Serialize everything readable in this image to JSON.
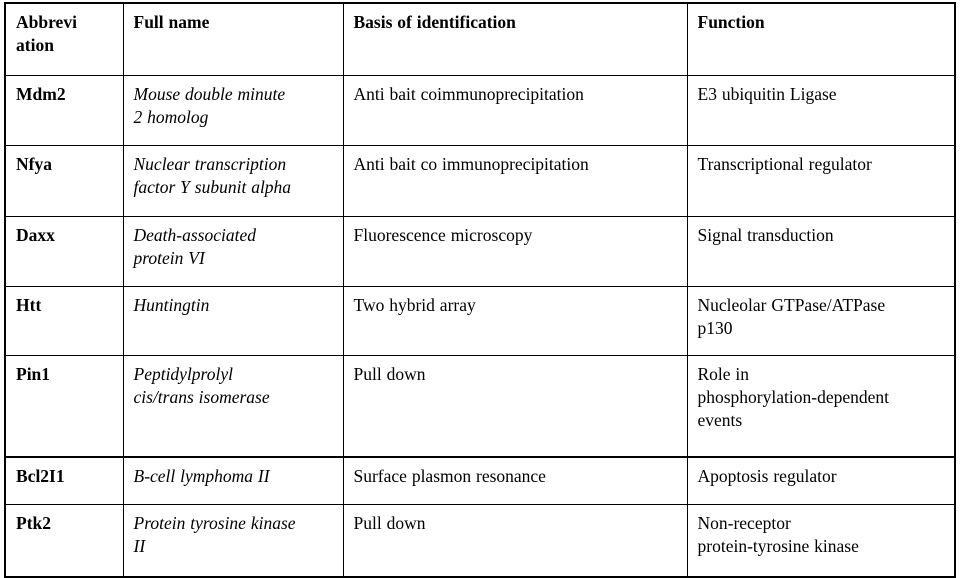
{
  "table": {
    "columns": [
      {
        "key": "abbreviation",
        "label": "Abbrevi\nation"
      },
      {
        "key": "full_name",
        "label": "Full name"
      },
      {
        "key": "basis",
        "label": "Basis of identification"
      },
      {
        "key": "function",
        "label": "Function"
      }
    ],
    "rows": [
      {
        "abbreviation": "Mdm2",
        "full_name": "Mouse double minute\n2 homolog",
        "basis": "Anti bait coimmunoprecipitation",
        "function": "E3 ubiquitin Ligase"
      },
      {
        "abbreviation": "Nfya",
        "full_name": "Nuclear transcription\nfactor Y subunit alpha",
        "basis": "Anti bait co immunoprecipitation",
        "function": "Transcriptional regulator"
      },
      {
        "abbreviation": "Daxx",
        "full_name": "Death-associated\nprotein VI",
        "basis": "Fluorescence microscopy",
        "function": "Signal transduction"
      },
      {
        "abbreviation": "Htt",
        "full_name": "Huntingtin",
        "basis": "Two hybrid array",
        "function": "Nucleolar GTPase/ATPase\np130"
      },
      {
        "abbreviation": "Pin1",
        "full_name": "Peptidylprolyl\ncis/trans isomerase",
        "basis": "Pull down",
        "function": "Role in\nphosphorylation-dependent\nevents"
      },
      {
        "abbreviation": "Bcl2I1",
        "full_name": "B-cell lymphoma II",
        "basis": "Surface plasmon resonance",
        "function": "Apoptosis regulator"
      },
      {
        "abbreviation": "Ptk2",
        "full_name": "Protein tyrosine kinase\nII",
        "basis": "Pull down",
        "function": "Non-receptor\nprotein-tyrosine kinase"
      }
    ]
  },
  "colors": {
    "border": "#000000",
    "text": "#000000",
    "background": "#ffffff"
  }
}
